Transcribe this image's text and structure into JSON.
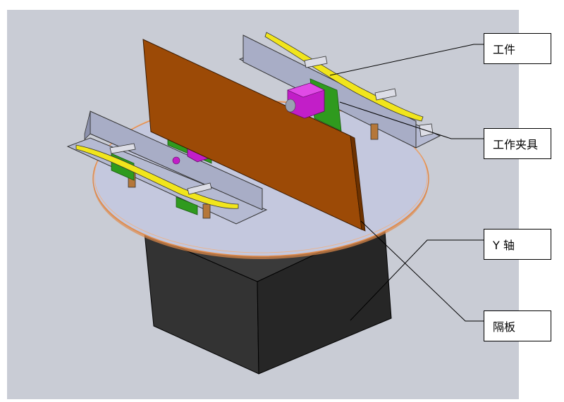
{
  "labels": {
    "workpiece": "工件",
    "fixture": "工作夹具",
    "y_axis": "Y 轴",
    "partition": "隔板"
  },
  "colors": {
    "viewport_bg": "#c9ccd5",
    "base_block": "#2b2b2b",
    "turntable": "#c4c8de",
    "turntable_rim": "#e08a4a",
    "partition_panel": "#9c4a06",
    "rail_plate": "#a8adc6",
    "workpiece_strip": "#f1e51c",
    "fixture_block": "#2f9a1e",
    "motor": "#c21ec8",
    "support_post": "#b5773a",
    "leader_line": "#000000"
  }
}
